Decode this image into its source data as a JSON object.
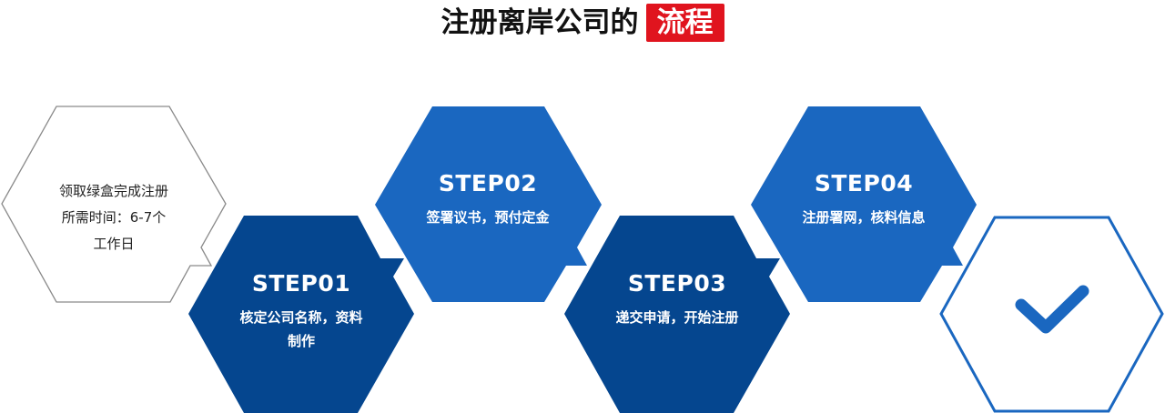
{
  "title": {
    "main": "注册离岸公司的",
    "highlight": "流程"
  },
  "colors": {
    "highlight": "#e0141e",
    "dark_blue": "#05468f",
    "light_blue": "#1a67c0",
    "outline_gray": "#8a8a8a"
  },
  "intro": {
    "line1": "领取绿盒完成注册",
    "line2": "所需时间：6-7个",
    "line3": "工作日"
  },
  "steps": [
    {
      "label": "STEP01",
      "desc1": "核定公司名称，资料",
      "desc2": "制作"
    },
    {
      "label": "STEP02",
      "desc1": "签署议书，预付定金"
    },
    {
      "label": "STEP03",
      "desc1": "递交申请，开始注册"
    },
    {
      "label": "STEP04",
      "desc1": "注册署网，核料信息"
    }
  ],
  "final": {
    "icon": "check-icon"
  }
}
